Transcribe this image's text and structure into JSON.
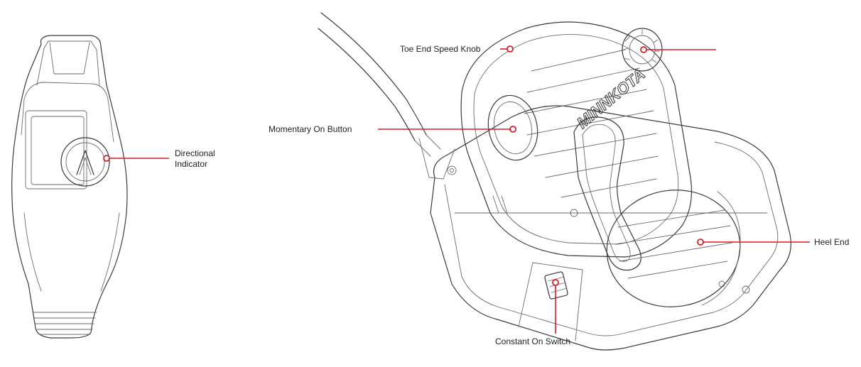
{
  "callouts": {
    "directional_indicator": {
      "line1": "Directional",
      "line2": "Indicator"
    },
    "toe_end_speed_knob": "Toe End Speed Knob",
    "momentary_on_button": "Momentary On Button",
    "heel_end": "Heel End",
    "constant_on_switch": "Constant On Switch"
  },
  "brand_mark": "MINNKOTA",
  "colors": {
    "leader": "#d0202a",
    "outline": "#3a3a3a"
  }
}
